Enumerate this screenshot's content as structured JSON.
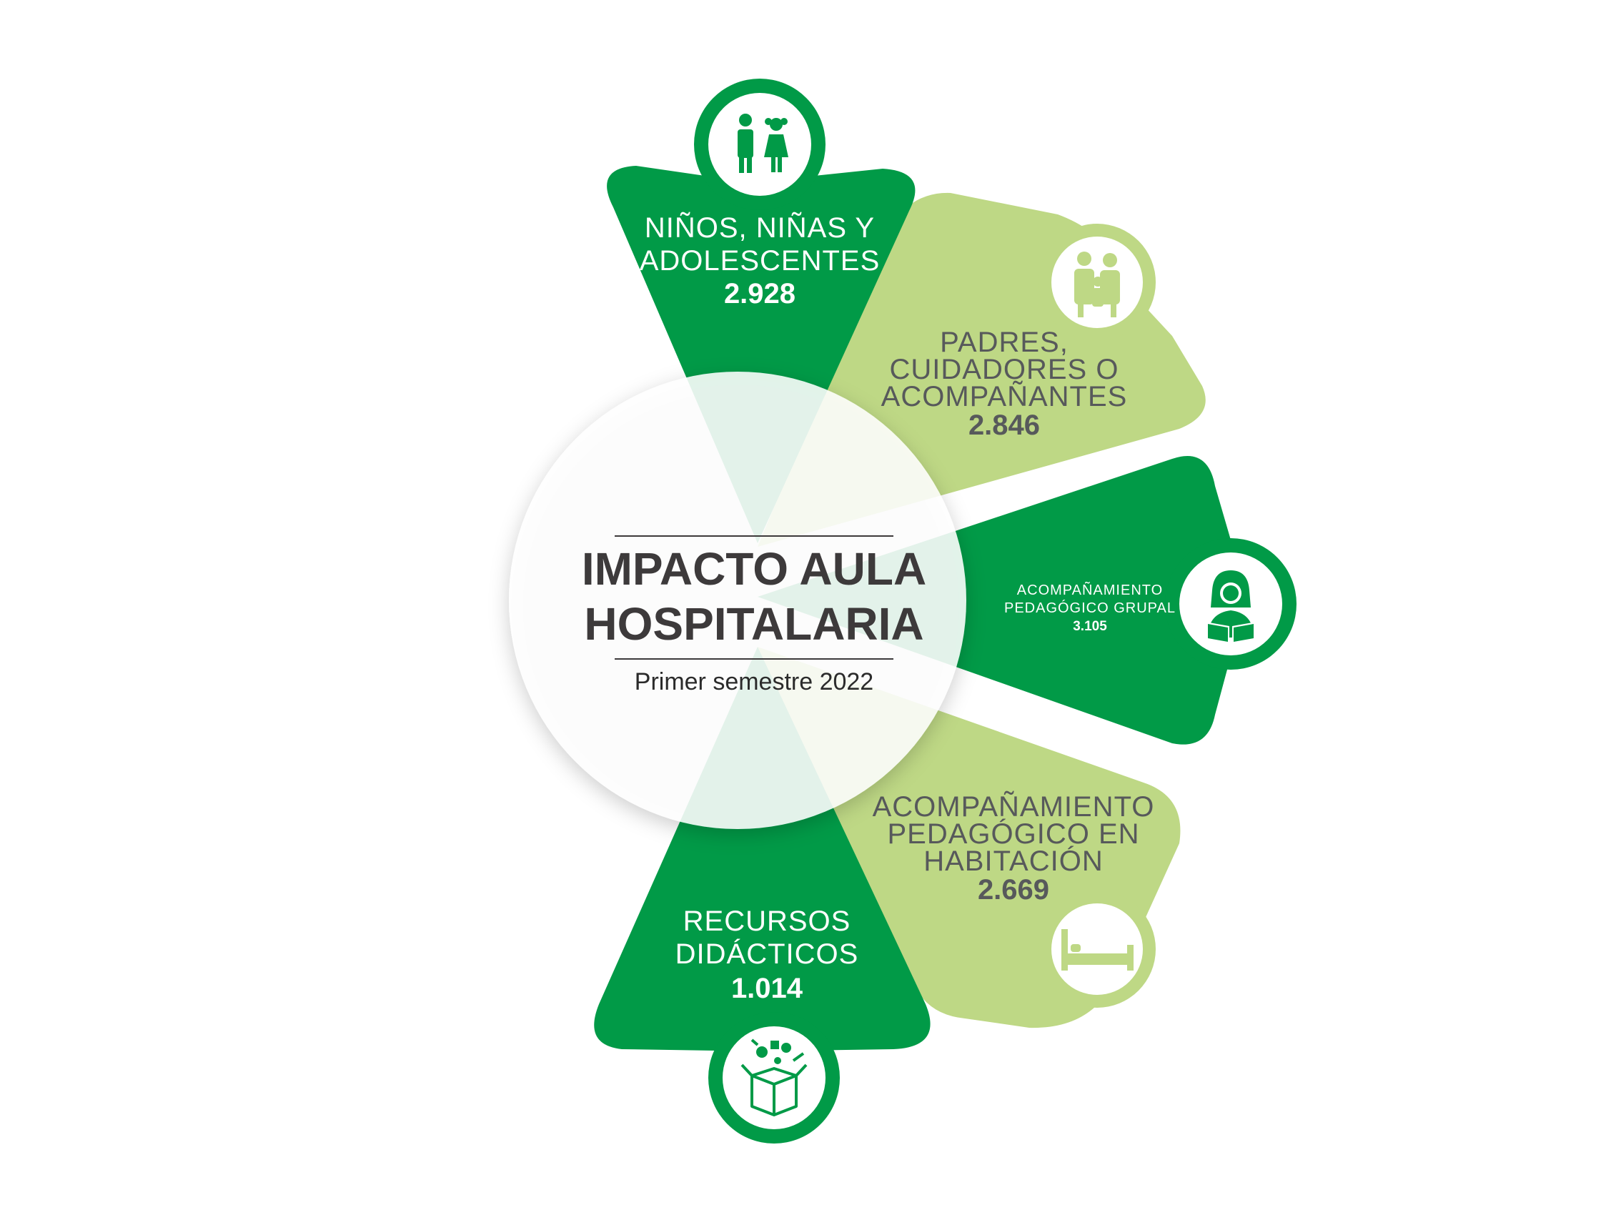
{
  "colors": {
    "dark_green": "#019a47",
    "light_green": "#bed885",
    "white": "#ffffff",
    "title_text": "#3d3a3b",
    "light_value_text": "#57595b"
  },
  "center": {
    "title_line1": "IMPACTO AULA",
    "title_line2": "HOSPITALARIA",
    "subtitle": "Primer semestre 2022"
  },
  "segments": [
    {
      "id": "ninos",
      "label_lines": [
        "NIÑOS, NIÑAS Y",
        "ADOLESCENTES"
      ],
      "value": "2.928",
      "color": "dark",
      "icon": "children-icon"
    },
    {
      "id": "padres",
      "label_lines": [
        "PADRES,",
        "CUIDADORES O",
        "ACOMPAÑANTES"
      ],
      "value": "2.846",
      "color": "light",
      "icon": "family-icon"
    },
    {
      "id": "grupal",
      "label_lines": [
        "ACOMPAÑAMIENTO",
        "PEDAGÓGICO GRUPAL"
      ],
      "value": "3.105",
      "color": "dark",
      "icon": "reading-person-icon"
    },
    {
      "id": "habitacion",
      "label_lines": [
        "ACOMPAÑAMIENTO",
        "PEDAGÓGICO EN",
        "HABITACIÓN"
      ],
      "value": "2.669",
      "color": "light",
      "icon": "bed-icon"
    },
    {
      "id": "recursos",
      "label_lines": [
        "RECURSOS",
        "DIDÁCTICOS"
      ],
      "value": "1.014",
      "color": "dark",
      "icon": "toy-box-icon"
    }
  ]
}
